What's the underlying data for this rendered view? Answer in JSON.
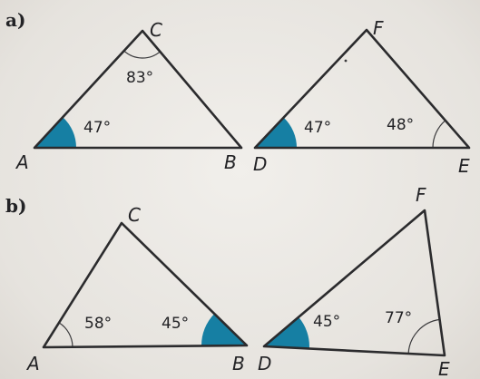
{
  "colors": {
    "fill": "#167fa3",
    "ink": "#2b2b2d"
  },
  "parts": [
    {
      "label": "a)",
      "triangles": [
        {
          "vertices": [
            "A",
            "B",
            "C"
          ],
          "angles": [
            {
              "vertex": "A",
              "value": "47°",
              "marked": "filled"
            },
            {
              "vertex": "C",
              "value": "83°",
              "marked": "arc"
            }
          ]
        },
        {
          "vertices": [
            "D",
            "E",
            "F"
          ],
          "angles": [
            {
              "vertex": "D",
              "value": "47°",
              "marked": "filled"
            },
            {
              "vertex": "E",
              "value": "48°",
              "marked": "arc"
            }
          ]
        }
      ]
    },
    {
      "label": "b)",
      "triangles": [
        {
          "vertices": [
            "A",
            "B",
            "C"
          ],
          "angles": [
            {
              "vertex": "A",
              "value": "58°",
              "marked": "arc"
            },
            {
              "vertex": "B",
              "value": "45°",
              "marked": "filled"
            }
          ]
        },
        {
          "vertices": [
            "D",
            "E",
            "F"
          ],
          "angles": [
            {
              "vertex": "D",
              "value": "45°",
              "marked": "filled"
            },
            {
              "vertex": "E",
              "value": "77°",
              "marked": "arc"
            }
          ]
        }
      ]
    }
  ]
}
